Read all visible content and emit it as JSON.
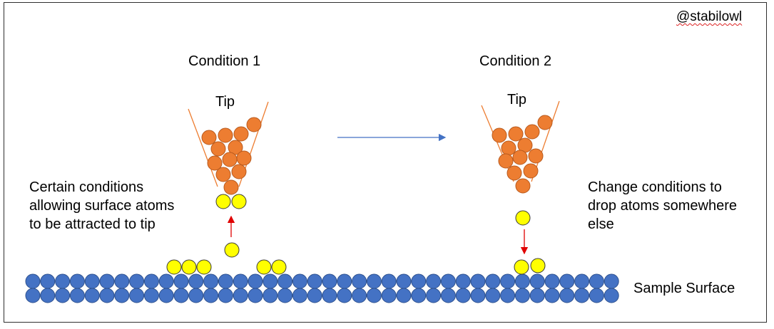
{
  "watermark": "@stabilowl",
  "condition_1": {
    "label": "Condition 1",
    "tip_label": "Tip",
    "note": "Certain conditions\nallowing surface atoms\nto be attracted to tip"
  },
  "condition_2": {
    "label": "Condition 2",
    "tip_label": "Tip",
    "note": "Change conditions to\ndrop atoms somewhere\nelse"
  },
  "surface_label": "Sample Surface",
  "colors": {
    "tip_atom": "#ed7d31",
    "tip_atom_stroke": "#b85a1e",
    "adsorbed_atom": "#ffff00",
    "adsorbed_atom_stroke": "#3a3a3a",
    "surface_atom": "#4472c4",
    "surface_atom_stroke": "#2f528f",
    "tip_outline": "#ed7d31",
    "process_arrow": "#4472c4",
    "motion_arrow": "#e00000"
  }
}
